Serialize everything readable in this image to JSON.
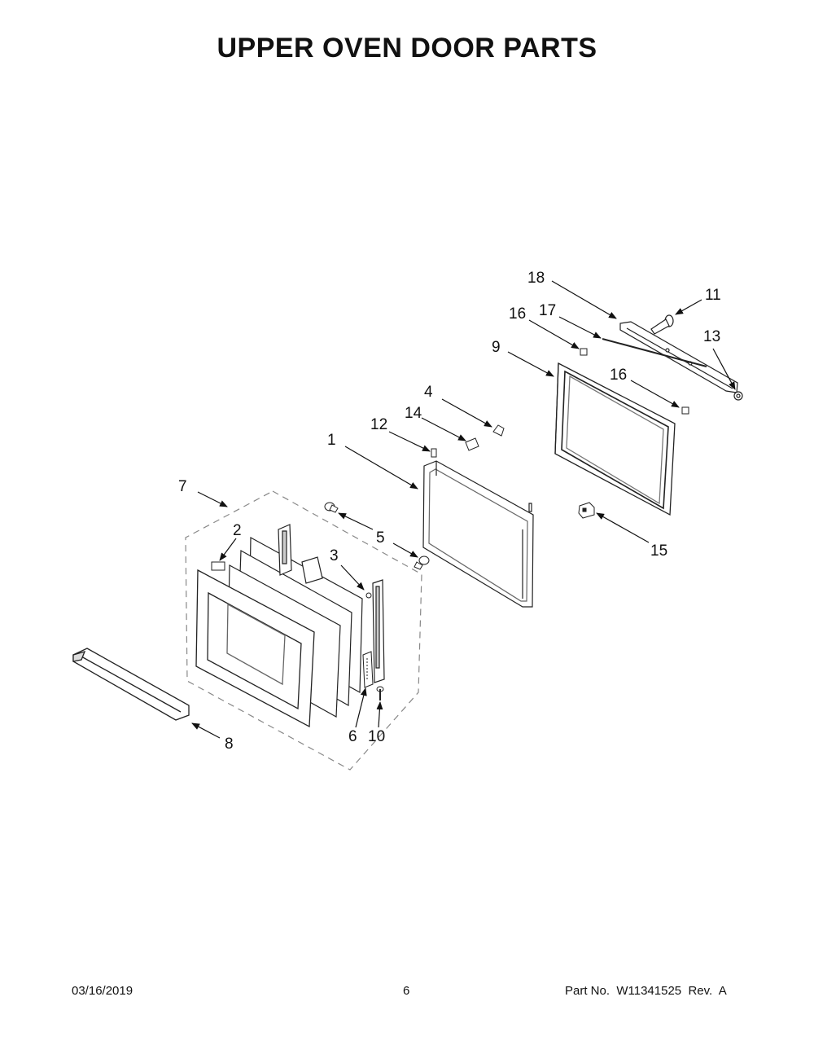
{
  "title": "UPPER OVEN DOOR PARTS",
  "callouts": {
    "c1": "1",
    "c2": "2",
    "c3": "3",
    "c4": "4",
    "c5": "5",
    "c6": "6",
    "c7": "7",
    "c8": "8",
    "c9": "9",
    "c10": "10",
    "c11": "11",
    "c12": "12",
    "c13": "13",
    "c14": "14",
    "c15": "15",
    "c16a": "16",
    "c16b": "16",
    "c17": "17",
    "c18": "18"
  },
  "footer": {
    "date": "03/16/2019",
    "page": "6",
    "part_label": "Part No.  W11341525  Rev.  A"
  }
}
